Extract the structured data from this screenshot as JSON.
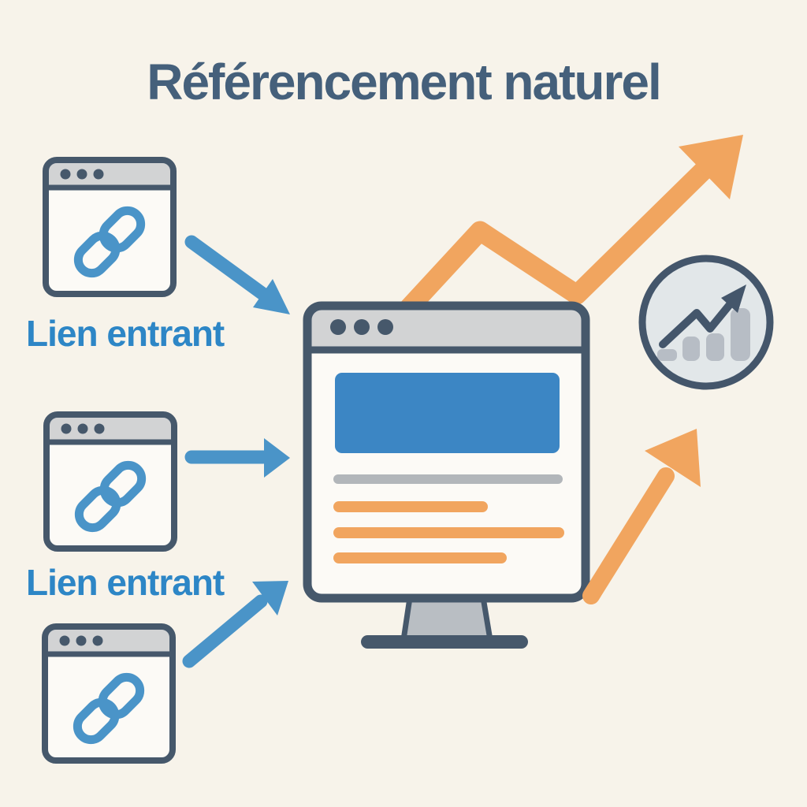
{
  "title": "Référencement naturel",
  "labels": [
    "Lien entrant",
    "Lien entrant"
  ],
  "icons": {
    "window_icon": "chain-link-icon",
    "window_controls": "window-dots-icon",
    "inbound_arrows": "blue-arrow-icon",
    "growth_arrows": "orange-growth-arrow-icon",
    "badge_icon": "bar-chart-trend-icon"
  },
  "colors": {
    "bg": "#f7f3ea",
    "slate": "#46586b",
    "title": "#45607b",
    "blue": "#4a94c8",
    "blue_text": "#2d86c6",
    "orange": "#f1a55f",
    "titlebar": "#d2d3d4",
    "panel": "#fcfaf6",
    "hero": "#3c86c4",
    "gray_line": "#b2b6ba",
    "stand": "#b9bec3",
    "badge_fill": "#e2e7e9",
    "badge_bar": "#b7bdc5",
    "badge_ink": "#44566b"
  }
}
